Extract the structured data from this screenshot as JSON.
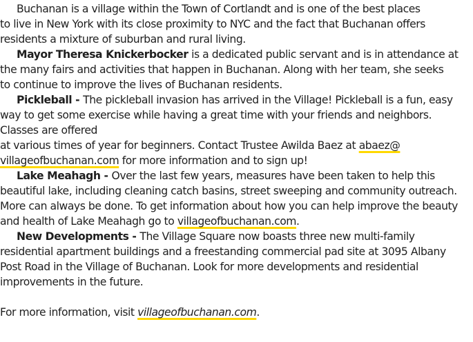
{
  "p1": {
    "l1": "Buchanan is a village within the Town of Cortlandt and is one of the best places",
    "l2": "to live in New York with its close proximity to NYC and the fact that Buchanan offers",
    "l3": "residents a mixture of suburban and rural living."
  },
  "p2": {
    "head": "Mayor Theresa Knickerbocker",
    "l1": " is a dedicated public servant and is in attendance at",
    "l2": "the many fairs and activities that happen in Buchanan. Along with her team, she seeks",
    "l3": "to continue to improve the lives of Buchanan residents."
  },
  "p3": {
    "head": "Pickleball - ",
    "l1": "The pickleball invasion has arrived in the Village! Pickleball is a fun, easy",
    "l2": "way to get some exercise while having a great time with your friends and neighbors.",
    "l3": "Classes are offered",
    "l4": "at various times of year for beginners. Contact Trustee Awilda Baez at ",
    "email_a": "abaez@",
    "email_b": "villageofbuchanan.com",
    "l5": " for more information and to sign up!"
  },
  "p4": {
    "head": "Lake Meahagh - ",
    "l1": "Over the last few years, measures have been taken to help this",
    "l2": "beautiful lake, including cleaning catch basins, street sweeping and community outreach.",
    "l3": "More can always be done. To get information about how you can help improve the beauty",
    "l4": "and health of Lake Meahagh go to ",
    "link": "villageofbuchanan.com",
    "l4_end": "."
  },
  "p5": {
    "head": "New Developments - ",
    "l1": "The Village Square now boasts three new multi-family",
    "l2": "residential apartment buildings and a freestanding commercial pad site at 3095 Albany",
    "l3": "Post Road in the Village of Buchanan. Look for more developments and residential",
    "l4": "improvements in the future."
  },
  "footer": {
    "text": "For more information, visit ",
    "link": "villageofbuchanan.com",
    "end": "."
  },
  "colors": {
    "text": "#1f1f1f",
    "link_underline": "#ffd800"
  }
}
